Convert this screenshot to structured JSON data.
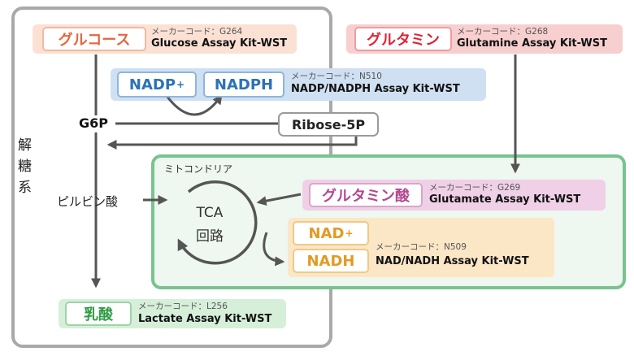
{
  "glucose": {
    "tag": "グルコース",
    "code": "メーカーコード：G264",
    "kit": "Glucose Assay Kit-WST",
    "tag_color": "#e8643c",
    "band_color": "#fbe1d4"
  },
  "glutamine": {
    "tag": "グルタミン",
    "code": "メーカーコード：G268",
    "kit": "Glutamine Assay Kit-WST",
    "tag_color": "#e02436",
    "band_color": "#f7cfcf"
  },
  "nadp": {
    "tag1": "NADP",
    "tag1_sup": "+",
    "tag2": "NADPH",
    "code": "メーカーコード：N510",
    "kit": "NADP/NADPH Assay Kit-WST",
    "tag_color": "#2b72b8",
    "band_color": "#cfe0f2"
  },
  "g6p": "G6P",
  "ribose": "Ribose-5P",
  "glycolysis": [
    "解",
    "糖",
    "系"
  ],
  "mitochondria": "ミトコンドリア",
  "glutamate": {
    "tag": "グルタミン酸",
    "code": "メーカーコード：G269",
    "kit": "Glutamate Assay Kit-WST",
    "tag_color": "#b5478f",
    "band_color": "#efd0e6"
  },
  "pyruvate": "ピルビン酸",
  "tca": [
    "TCA",
    "回路"
  ],
  "nad": {
    "tag1": "NAD",
    "tag1_sup": "+",
    "tag2": "NADH",
    "code": "メーカーコード：N509",
    "kit": "NAD/NADH Assay Kit-WST",
    "tag_color": "#e39a24",
    "band_color": "#fbe6c6"
  },
  "lactate": {
    "tag": "乳酸",
    "code": "メーカーコード：L256",
    "kit": "Lactate Assay Kit-WST",
    "tag_color": "#2f9c46",
    "band_color": "#d6efd9"
  }
}
